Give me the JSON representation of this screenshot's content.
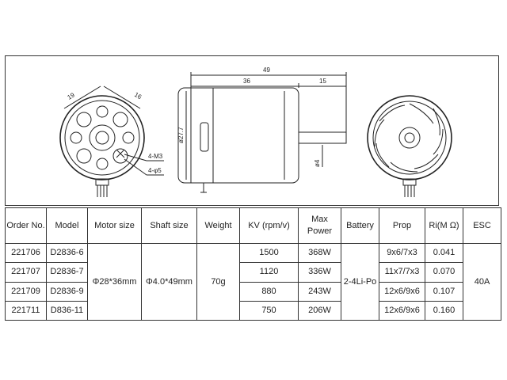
{
  "drawing": {
    "dims": {
      "front_left_a": "19",
      "front_left_b": "16",
      "front_screw_a": "4-M3",
      "front_screw_b": "4-φ5",
      "side_total": "49",
      "side_body": "36",
      "side_shaft": "15",
      "side_diameter": "ø27.7",
      "side_shaft_dia": "ø4"
    }
  },
  "table": {
    "headers": {
      "order": "Order No.",
      "model": "Model",
      "motor_size": "Motor size",
      "shaft_size": "Shaft size",
      "weight": "Weight",
      "kv": "KV (rpm/v)",
      "power": "Max Power",
      "battery": "Battery",
      "prop": "Prop",
      "ri": "Ri(M Ω)",
      "esc": "ESC"
    },
    "shared": {
      "motor_size": "Φ28*36mm",
      "shaft_size": "Φ4.0*49mm",
      "weight": "70g",
      "battery": "2-4Li-Po",
      "esc": "40A"
    },
    "rows": [
      {
        "order": "221706",
        "model": "D2836-6",
        "kv": "1500",
        "power": "368W",
        "prop": "9x6/7x3",
        "ri": "0.041"
      },
      {
        "order": "221707",
        "model": "D2836-7",
        "kv": "1120",
        "power": "336W",
        "prop": "11x7/7x3",
        "ri": "0.070"
      },
      {
        "order": "221709",
        "model": "D2836-9",
        "kv": "880",
        "power": "243W",
        "prop": "12x6/9x6",
        "ri": "0.107"
      },
      {
        "order": "221711",
        "model": "D836-11",
        "kv": "750",
        "power": "206W",
        "prop": "12x6/9x6",
        "ri": "0.160"
      }
    ]
  }
}
